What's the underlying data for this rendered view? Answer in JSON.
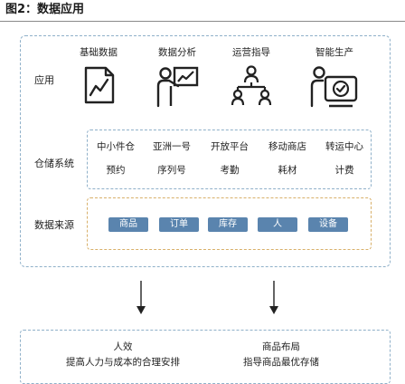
{
  "figure": {
    "title": "图2：数据应用"
  },
  "rows": {
    "application": "应用",
    "warehouse": "仓储系统",
    "source": "数据来源"
  },
  "applications": [
    {
      "label": "基础数据",
      "icon": "document-chart-icon"
    },
    {
      "label": "数据分析",
      "icon": "presenter-chart-icon"
    },
    {
      "label": "运营指导",
      "icon": "team-hierarchy-icon"
    },
    {
      "label": "智能生产",
      "icon": "worker-computer-check-icon"
    }
  ],
  "warehouse_items": {
    "top": [
      "中小件仓",
      "亚洲一号",
      "开放平台",
      "移动商店",
      "转运中心"
    ],
    "bottom": [
      "预约",
      "序列号",
      "考勤",
      "耗材",
      "计费"
    ]
  },
  "sources": [
    "商品",
    "订单",
    "库存",
    "人",
    "设备"
  ],
  "bottom": {
    "left_title": "人效",
    "left_desc": "提高人力与成本的合理安排",
    "right_title": "商品布局",
    "right_desc": "指导商品最优存储"
  },
  "colors": {
    "frame_border": "#8fb0c9",
    "source_border": "#d8b06a",
    "pill_fill": "#5a84ae",
    "icon_stroke": "#222222"
  }
}
